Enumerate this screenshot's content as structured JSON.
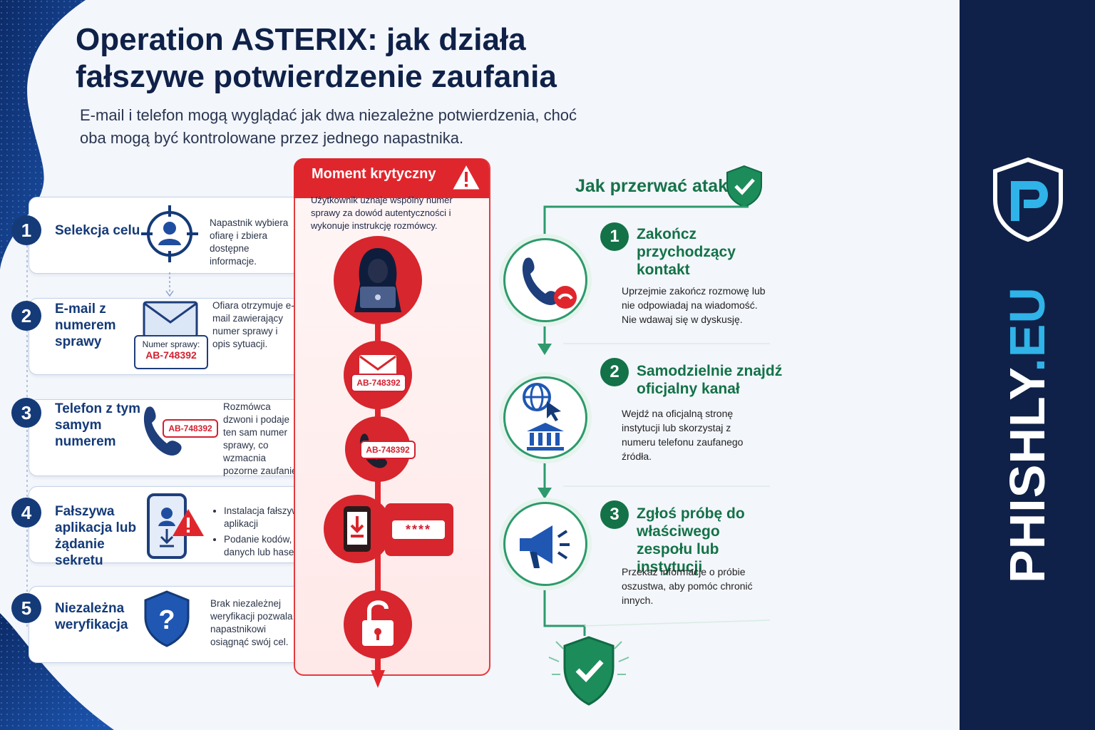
{
  "title": "Operation ASTERIX: jak działa fałszywe potwierdzenie zaufania",
  "subtitle": "E-mail i telefon mogą wyglądać jak dwa niezależne potwierdzenia, choć oba mogą być kontrolowane przez jednego napastnika.",
  "steps": [
    {
      "num": "1",
      "title": "Selekcja celu",
      "desc": "Napastnik wybiera ofiarę i zbiera dostępne informacje.",
      "icon": "target-user-icon"
    },
    {
      "num": "2",
      "title": "E-mail z numerem sprawy",
      "desc": "Ofiara otrzymuje e-mail zawierający numer sprawy i opis sytuacji.",
      "icon": "envelope-icon",
      "case_label": "Numer sprawy:",
      "case_number": "AB-748392"
    },
    {
      "num": "3",
      "title": "Telefon z tym samym numerem",
      "desc": "Rozmówca dzwoni i podaje ten sam numer sprawy, co wzmacnia pozorne zaufanie.",
      "icon": "phone-icon",
      "case_number": "AB-748392"
    },
    {
      "num": "4",
      "title": "Fałszywa aplikacja lub żądanie sekretu",
      "bullets": [
        "Instalacja fałszywej aplikacji",
        "Podanie kodów, danych lub haseł"
      ],
      "icon": "phone-app-warning-icon"
    },
    {
      "num": "5",
      "title": "Niezależna weryfikacja",
      "desc": "Brak niezależnej weryfikacji pozwala napastnikowi osiągnąć swój cel.",
      "icon": "shield-question-icon"
    }
  ],
  "critical": {
    "title": "Moment krytyczny",
    "text": "Użytkownik uznaje wspólny numer sprawy za dowód autentyczności i wykonuje instrukcję rozmówcy.",
    "email_case": "AB-748392",
    "phone_case": "AB-748392",
    "masked_code": "****"
  },
  "defense": {
    "title": "Jak przerwać atak",
    "steps": [
      {
        "num": "1",
        "title": "Zakończ przychodzący kontakt",
        "desc": "Uprzejmie zakończ rozmowę lub nie odpowiadaj na wiadomość. Nie wdawaj się w dyskusję.",
        "icon": "hang-up-phone-icon"
      },
      {
        "num": "2",
        "title": "Samodzielnie znajdź oficjalny kanał",
        "desc": "Wejdź na oficjalną stronę instytucji lub skorzystaj z numeru telefonu zaufanego źródła.",
        "icon": "globe-institution-icon"
      },
      {
        "num": "3",
        "title": "Zgłoś próbę do właściwego zespołu lub instytucji",
        "desc": "Przekaż informacje o próbie oszustwa, aby pomóc chronić innych.",
        "icon": "megaphone-icon"
      }
    ]
  },
  "brand": {
    "name": "PHISHLY",
    "suffix": ".EU"
  },
  "colors": {
    "navy": "#0f2148",
    "red": "#e0262d",
    "green": "#137247",
    "accent": "#2fb3e8"
  }
}
